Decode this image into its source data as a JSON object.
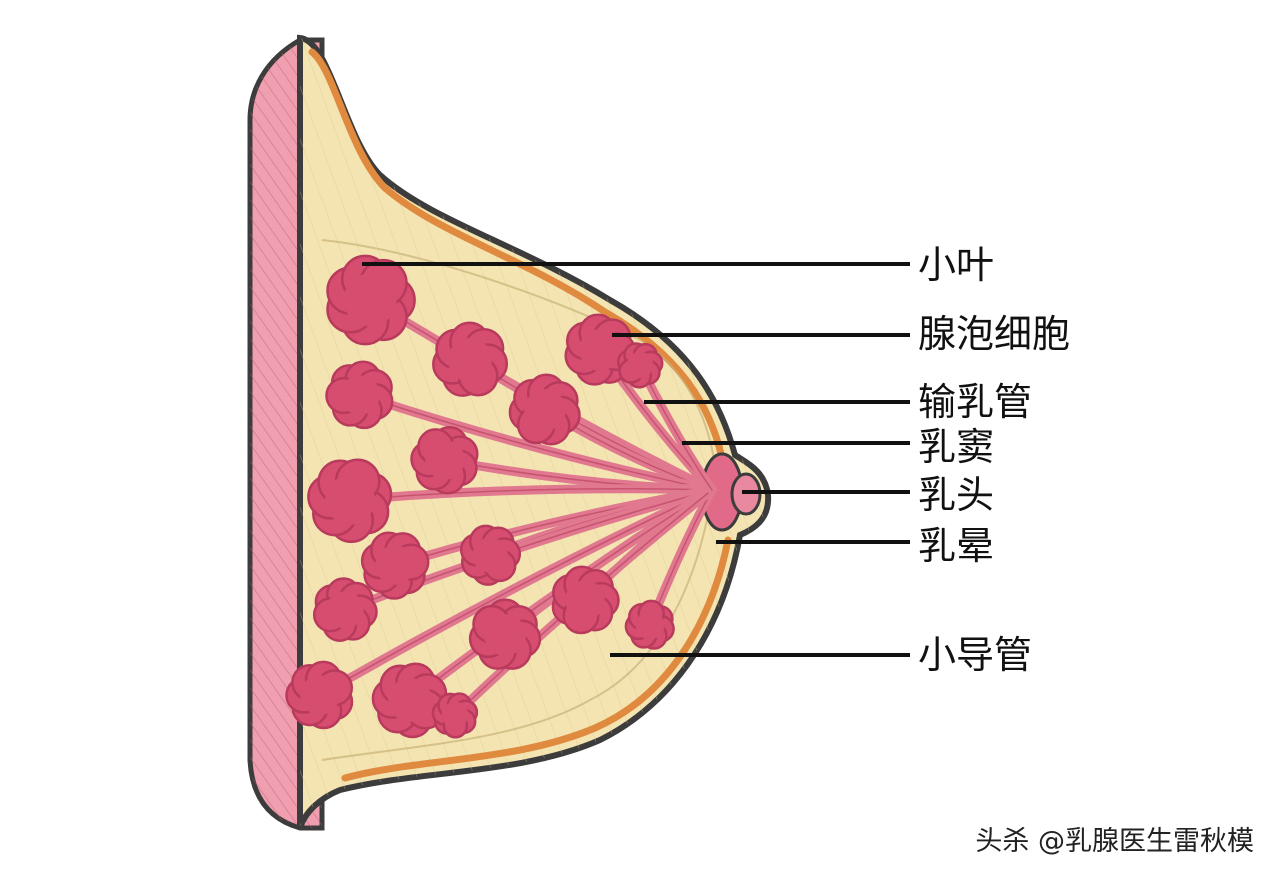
{
  "diagram": {
    "labels": {
      "lobule": "小叶",
      "alveolar_cells": "腺泡细胞",
      "lactiferous_duct": "输乳管",
      "lactiferous_sinus": "乳窦",
      "nipple": "乳头",
      "areola": "乳晕",
      "small_duct": "小导管"
    }
  },
  "watermark": "头杀 @乳腺医生雷秋模",
  "colors": {
    "fat": "#f3e4b2",
    "outline": "#3c3c3c",
    "skin": "#e08a3f",
    "chest_wall": "#ef9fb0",
    "gland": "#d64d70",
    "gland_dark": "#b83a5c",
    "duct": "#e0788f"
  }
}
